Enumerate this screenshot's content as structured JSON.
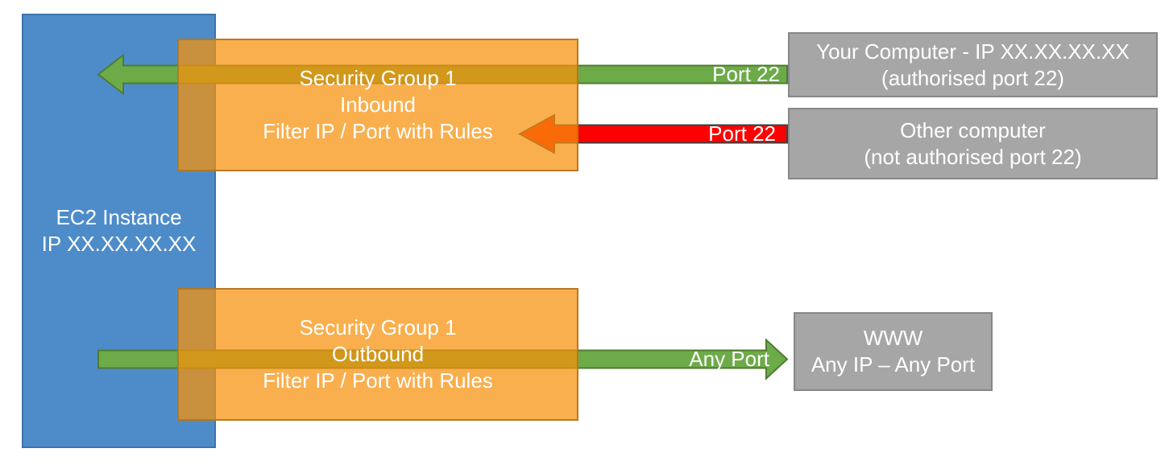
{
  "nodes": {
    "ec2": {
      "line1": "EC2 Instance",
      "line2": "IP XX.XX.XX.XX"
    },
    "sg_inbound": {
      "line1": "Security Group 1",
      "line2": "Inbound",
      "line3": "Filter IP / Port with Rules"
    },
    "sg_outbound": {
      "line1": "Security Group 1",
      "line2": "Outbound",
      "line3": "Filter IP / Port with Rules"
    },
    "your_computer": {
      "line1": "Your Computer - IP XX.XX.XX.XX",
      "line2": "(authorised port 22)"
    },
    "other_computer": {
      "line1": "Other computer",
      "line2": "(not authorised port 22)"
    },
    "www": {
      "line1": "WWW",
      "line2": "Any IP – Any Port"
    }
  },
  "arrow_labels": {
    "inbound_allowed": "Port 22",
    "inbound_blocked": "Port 22",
    "outbound": "Any Port"
  },
  "arrows": [
    {
      "name": "inbound-allowed",
      "color": "green",
      "direction": "left",
      "from": "your_computer",
      "to": "ec2"
    },
    {
      "name": "inbound-blocked",
      "color": "red",
      "direction": "left",
      "from": "other_computer",
      "to": "sg_inbound"
    },
    {
      "name": "outbound",
      "color": "green",
      "direction": "right",
      "from": "ec2",
      "to": "www"
    }
  ],
  "colors": {
    "ec2-blue": "#4E8CC9",
    "ec2-blue-border": "#3E73AA",
    "sg-orange-fill": "rgba(247,145,11,0.73)",
    "sg-orange-border": "rgba(176,116,31,0.9)",
    "allow-green": "#6DAB49",
    "allow-green-border": "#4F7B31",
    "deny-red": "#FF0000",
    "deny-red-border": "#404040",
    "node-gray": "#A6A6A6",
    "node-gray-border": "#878787",
    "text-white": "#FFFFFF"
  }
}
